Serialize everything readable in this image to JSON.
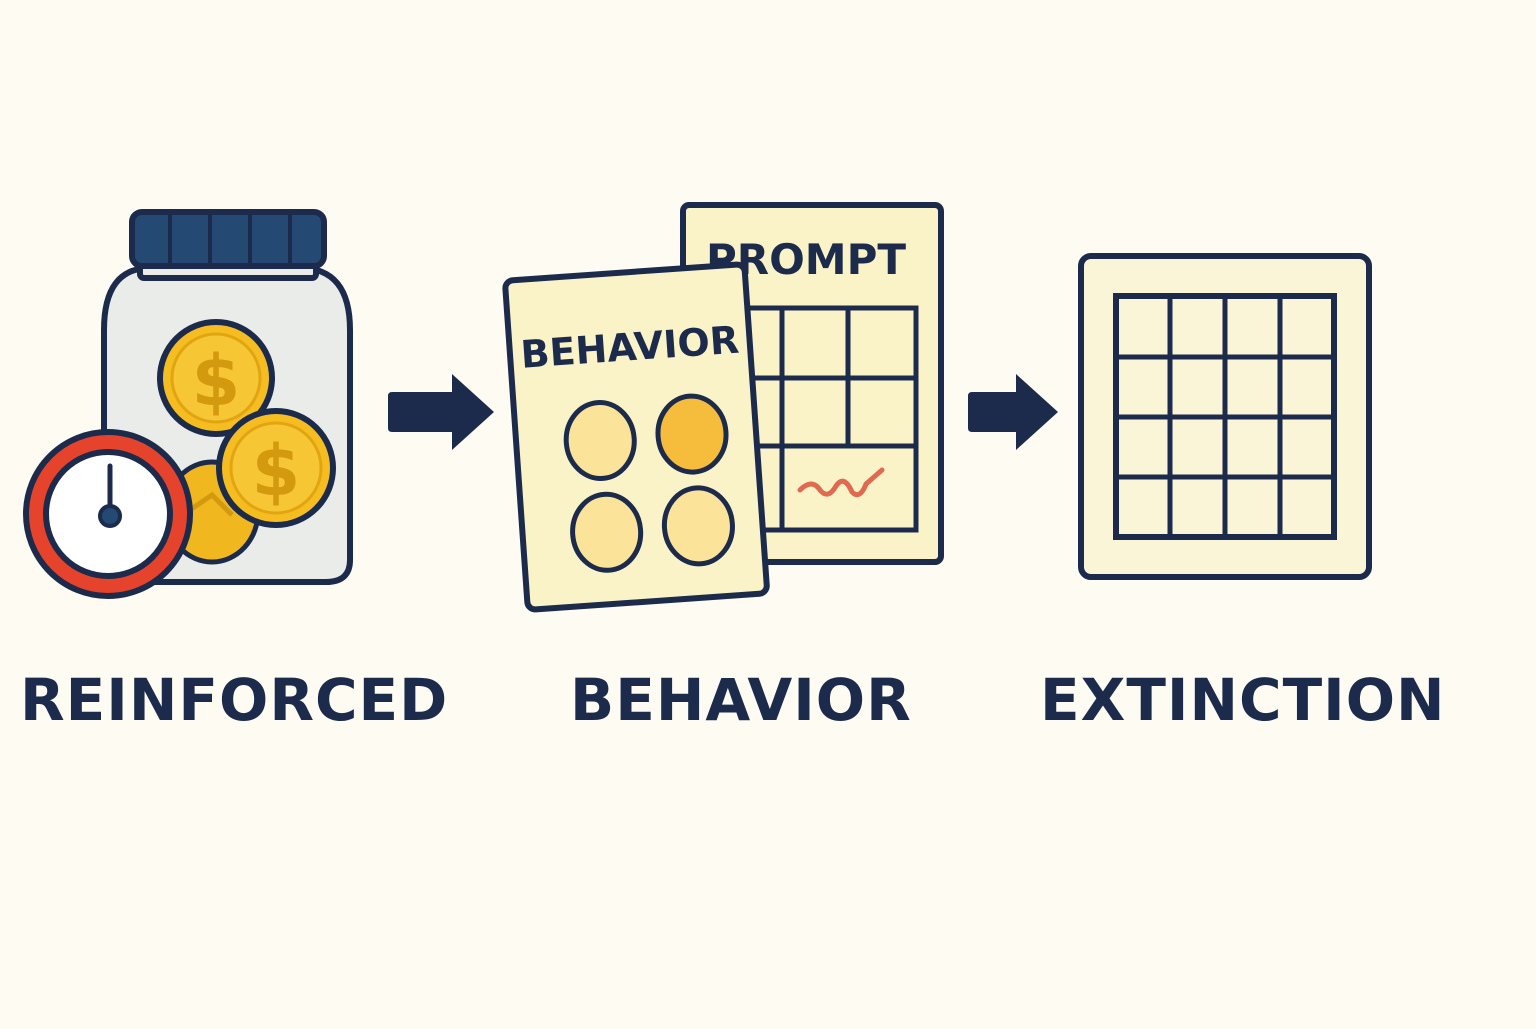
{
  "stages": [
    {
      "label": "REINFORCED",
      "icon": "coin-jar-with-stopwatch-icon"
    },
    {
      "label": "BEHAVIOR",
      "icon": "behavior-and-prompt-cards-icon"
    },
    {
      "label": "EXTINCTION",
      "icon": "empty-grid-icon"
    }
  ],
  "cards": {
    "behavior_title": "BEHAVIOR",
    "prompt_title": "PROMPT"
  },
  "colors": {
    "background": "#fdfbf2",
    "outline": "#1c2b4b",
    "lid": "#244a73",
    "coin": "#f5bd1f",
    "stopwatch_ring": "#e5432c",
    "card": "#fbf3c8"
  }
}
